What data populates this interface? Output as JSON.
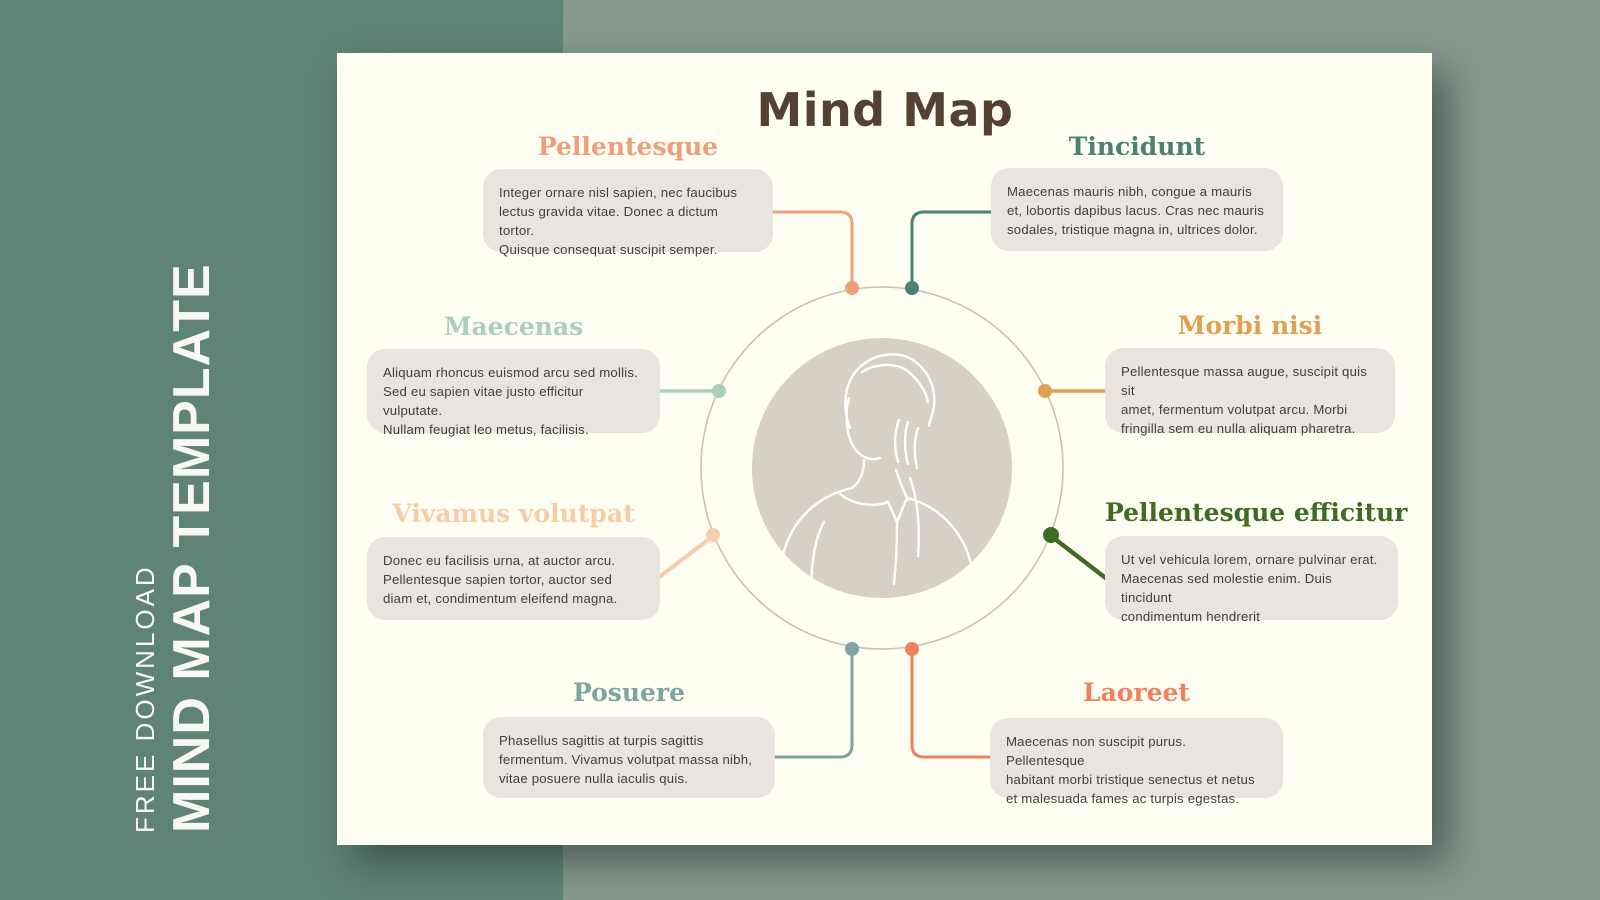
{
  "title": "Mind Map",
  "sidebar": {
    "eyebrow": "FREE DOWNLOAD",
    "heading": "MIND MAP TEMPLATE"
  },
  "center": {
    "illustration": "thinking-person-line-art"
  },
  "colors": {
    "bg_left": "#5F8376",
    "bg_right": "#85998F",
    "card": "#FFFEF3",
    "node_box": "#EAE4E0",
    "title_text": "#544134",
    "body_text": "#3F3F3F",
    "ring": "#C8C1B6",
    "inner_circle": "#D6D0C6",
    "sidebar_text": "#F7F8F4"
  },
  "nodes": [
    {
      "label": "Pellentesque",
      "color": "#ECA07B",
      "text": "Integer ornare nisl sapien, nec faucibus\nlectus gravida vitae. Donec a dictum tortor.\nQuisque consequat suscipit semper."
    },
    {
      "label": "Tincidunt",
      "color": "#4C8173",
      "text": "Maecenas mauris nibh, congue a mauris\net, lobortis dapibus lacus. Cras nec mauris\nsodales, tristique magna in, ultrices dolor."
    },
    {
      "label": "Maecenas",
      "color": "#ABCFBB",
      "text": "Aliquam rhoncus euismod arcu sed mollis.\nSed eu sapien vitae justo efficitur vulputate.\nNullam feugiat leo metus, facilisis."
    },
    {
      "label": "Morbi nisi",
      "color": "#DFA054",
      "text": "Pellentesque massa augue, suscipit quis sit\namet, fermentum volutpat arcu. Morbi\nfringilla sem eu nulla aliquam pharetra."
    },
    {
      "label": "Vivamus volutpat",
      "color": "#F7CDA9",
      "text": "Donec eu facilisis urna, at auctor arcu.\nPellentesque sapien tortor, auctor sed\ndiam et, condimentum eleifend magna."
    },
    {
      "label": "Pellentesque efficitur",
      "color": "#3F6B26",
      "text": "Ut vel vehicula lorem, ornare pulvinar erat.\nMaecenas sed molestie enim. Duis tincidunt\ncondimentum hendrerit"
    },
    {
      "label": "Posuere",
      "color": "#7FA3A1",
      "text": "Phasellus sagittis at turpis sagittis\nfermentum. Vivamus volutpat massa nibh,\nvitae posuere nulla iaculis quis."
    },
    {
      "label": "Laoreet",
      "color": "#F0815F",
      "text": "Maecenas non suscipit purus. Pellentesque\nhabitant morbi tristique senectus et netus\net malesuada fames ac turpis egestas."
    }
  ]
}
